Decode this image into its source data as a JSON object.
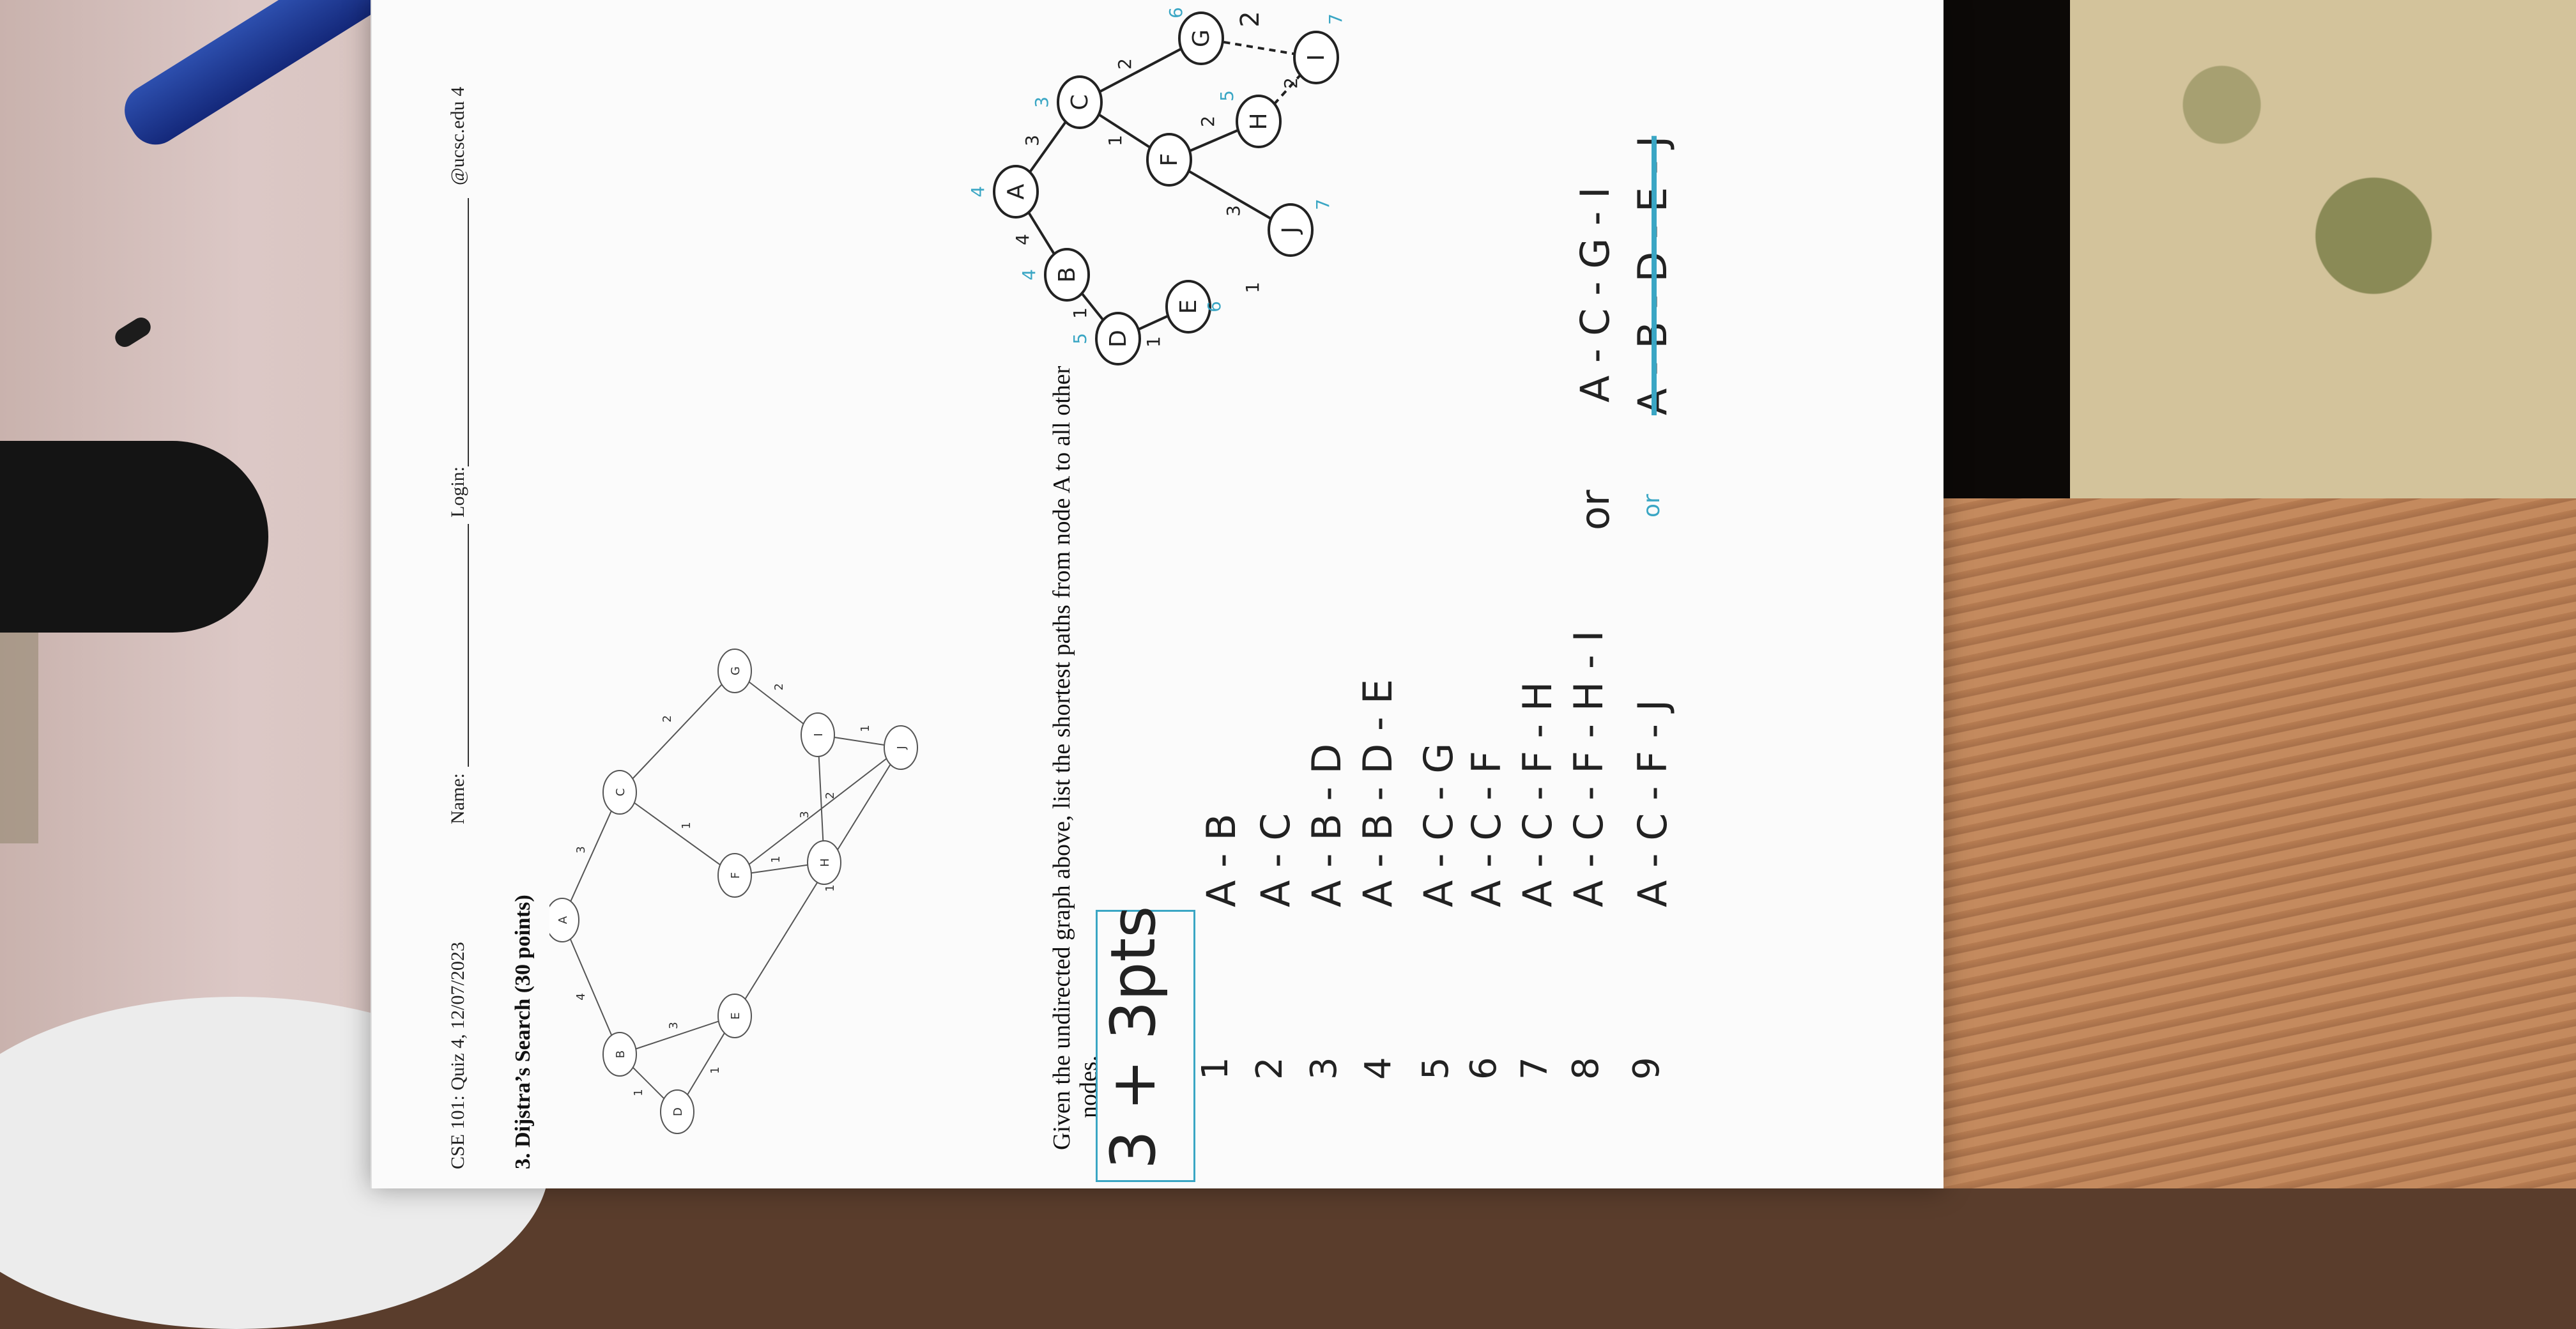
{
  "header": {
    "title": "CSE 101: Quiz 4, 12/07/2023",
    "name_label": "Name:",
    "login_label": "Login:",
    "email_suffix": "@ucsc.edu 4"
  },
  "question": {
    "number_title": "3. Dijstra’s Search (30 points)",
    "prompt_line1": "Given the undirected graph above, list the shortest paths from node A to all other",
    "prompt_line2": "nodes."
  },
  "printed_graph": {
    "nodes": [
      "A",
      "B",
      "C",
      "D",
      "E",
      "F",
      "G",
      "H",
      "I",
      "J"
    ],
    "edges": [
      {
        "from": "A",
        "to": "B",
        "weight": "4"
      },
      {
        "from": "A",
        "to": "C",
        "weight": "3"
      },
      {
        "from": "B",
        "to": "D",
        "weight": "1"
      },
      {
        "from": "D",
        "to": "E",
        "weight": "1"
      },
      {
        "from": "B",
        "to": "E",
        "weight": "3"
      },
      {
        "from": "E",
        "to": "J",
        "weight": "1"
      },
      {
        "from": "C",
        "to": "F",
        "weight": "1"
      },
      {
        "from": "C",
        "to": "G",
        "weight": "2"
      },
      {
        "from": "F",
        "to": "H",
        "weight": "1"
      },
      {
        "from": "F",
        "to": "J",
        "weight": "3"
      },
      {
        "from": "H",
        "to": "I",
        "weight": "2"
      },
      {
        "from": "G",
        "to": "I",
        "weight": "2"
      },
      {
        "from": "I",
        "to": "J",
        "weight": "1"
      }
    ]
  },
  "handwritten": {
    "score": "3 + 3pts",
    "rows": [
      {
        "index": "1",
        "path": "A - B",
        "alt": ""
      },
      {
        "index": "2",
        "path": "A - C",
        "alt": ""
      },
      {
        "index": "3",
        "path": "A - B - D",
        "alt": ""
      },
      {
        "index": "4",
        "path": "A - B - D - E",
        "alt": ""
      },
      {
        "index": "5",
        "path": "A - C - G",
        "alt": ""
      },
      {
        "index": "6",
        "path": "A - C - F",
        "alt": ""
      },
      {
        "index": "7",
        "path": "A - C - F - H",
        "alt": ""
      },
      {
        "index": "8",
        "path": "A - C - F - H - I",
        "alt": "A - C - G - I",
        "or": "or"
      },
      {
        "index": "9",
        "path": "A - C - F - J",
        "alt": "A - B - D - E - J",
        "or": "or"
      }
    ]
  },
  "hand_graph": {
    "nodes": [
      "A",
      "B",
      "C",
      "D",
      "E",
      "F",
      "G",
      "H",
      "I",
      "J"
    ],
    "distance_marks": [
      "4",
      "3",
      "5",
      "6",
      "4",
      "6",
      "5",
      "7",
      "7"
    ],
    "edge_marks": [
      "4",
      "3",
      "2",
      "1",
      "1",
      "1",
      "2",
      "2",
      "3",
      "1"
    ],
    "extra_mark": "2"
  },
  "colors": {
    "annotation_blue": "#3aa6c4",
    "ink": "#222222"
  }
}
